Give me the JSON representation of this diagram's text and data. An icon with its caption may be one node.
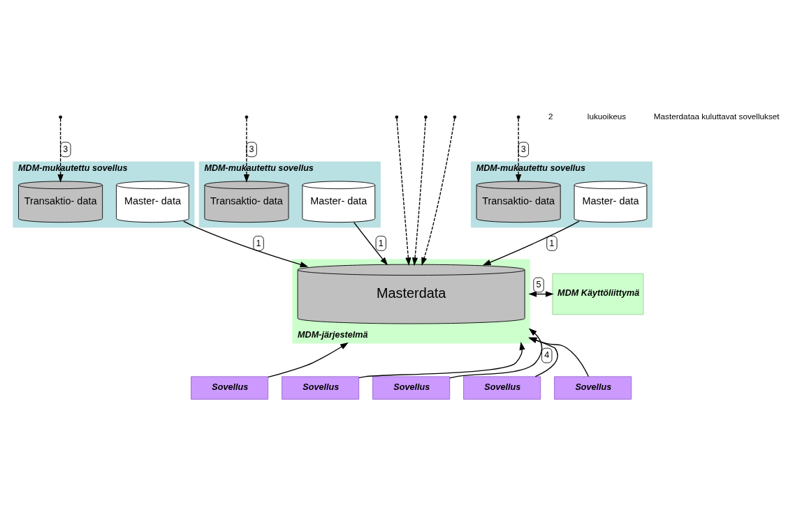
{
  "diagram": {
    "nodes": [
      {
        "text": [
          "MDM-mukautettu sovellus"
        ]
      },
      {
        "text": [
          "Master- data"
        ],
        "in": 0
      },
      {
        "text": [
          "Transaktio- data"
        ],
        "in": 0
      },
      {
        "text": [
          "MDM-mukautettu sovellus"
        ]
      },
      {
        "text": [
          "Master- data"
        ],
        "in": 3
      },
      {
        "text": [
          "Transaktio- data"
        ],
        "in": 3
      },
      {
        "text": [
          "MDM-mukautettu sovellus"
        ]
      },
      {
        "text": [
          "Master- data"
        ],
        "in": 6
      },
      {
        "text": [
          "Transaktio- data"
        ],
        "in": 6
      },
      {
        "text": [
          "MDM-järjestelmä"
        ]
      },
      {
        "text": [
          "Masterdata"
        ],
        "in": 9
      },
      {
        "text": [
          "MDM Käyttöliittymä"
        ]
      },
      {
        "text": [
          "Sovellus"
        ]
      },
      {
        "text": [
          "Sovellus"
        ]
      },
      {
        "text": [
          "Sovellus"
        ]
      },
      {
        "text": [
          "Sovellus"
        ]
      },
      {
        "text": [
          "Sovellus"
        ]
      }
    ],
    "edges": [
      {
        "from": null,
        "to": 2,
        "arrow": "to",
        "style": "dashed",
        "label": "3"
      },
      {
        "from": null,
        "to": 10,
        "arrow": "to",
        "style": "dashed"
      },
      {
        "from": null,
        "to": 5,
        "arrow": "to",
        "style": "dashed",
        "label": "3"
      },
      {
        "from": null,
        "to": 10,
        "arrow": "to",
        "style": "dashed"
      },
      {
        "from": null,
        "to": 8,
        "arrow": "to",
        "style": "dashed",
        "label": "3"
      },
      {
        "from": null,
        "to": 10,
        "arrow": "to",
        "style": "dashed"
      },
      {
        "from": 1,
        "to": 10,
        "arrow": "to",
        "label": "1"
      },
      {
        "from": 4,
        "to": 10,
        "arrow": "to",
        "label": "1"
      },
      {
        "from": 7,
        "to": 10,
        "arrow": "to",
        "label": "1"
      },
      {
        "from": 11,
        "to": 9,
        "arrow": "both",
        "label": "5"
      },
      {
        "from": 12,
        "to": 9,
        "arrow": "to"
      },
      {
        "from": 13,
        "to": 9,
        "arrow": "to"
      },
      {
        "from": 14,
        "to": 9,
        "arrow": "to",
        "label": "4"
      },
      {
        "from": 15,
        "to": 9,
        "arrow": "to"
      },
      {
        "from": 16,
        "to": 9,
        "arrow": "to"
      }
    ],
    "labels": [
      "2",
      "lukuoikeus",
      "Masterdataa kuluttavat sovellukset"
    ]
  }
}
